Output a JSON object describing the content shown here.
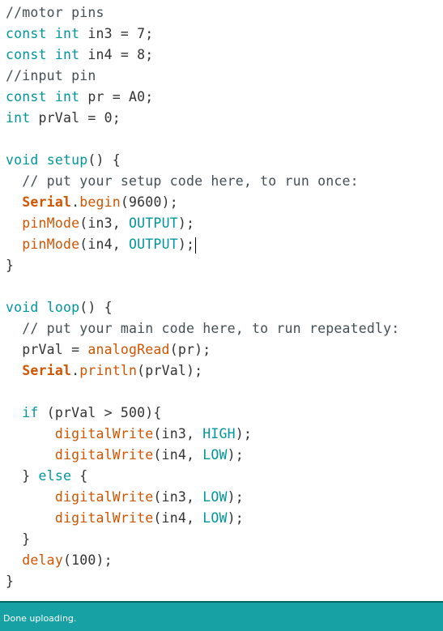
{
  "status": {
    "message": "Done uploading."
  },
  "colors": {
    "comment": "#434f54",
    "keyword": "#00979c",
    "function": "#d35400",
    "plain": "#333333",
    "statusbar": "#17a1a5"
  },
  "code": {
    "lines": [
      [
        {
          "t": "//motor pins",
          "c": "comment"
        }
      ],
      [
        {
          "t": "const",
          "c": "keyword"
        },
        {
          "t": " ",
          "c": "plain"
        },
        {
          "t": "int",
          "c": "keyword"
        },
        {
          "t": " in3 = 7;",
          "c": "plain"
        }
      ],
      [
        {
          "t": "const",
          "c": "keyword"
        },
        {
          "t": " ",
          "c": "plain"
        },
        {
          "t": "int",
          "c": "keyword"
        },
        {
          "t": " in4 = 8;",
          "c": "plain"
        }
      ],
      [
        {
          "t": "//input pin",
          "c": "comment"
        }
      ],
      [
        {
          "t": "const",
          "c": "keyword"
        },
        {
          "t": " ",
          "c": "plain"
        },
        {
          "t": "int",
          "c": "keyword"
        },
        {
          "t": " pr = A0;",
          "c": "plain"
        }
      ],
      [
        {
          "t": "int",
          "c": "keyword"
        },
        {
          "t": " prVal = 0;",
          "c": "plain"
        }
      ],
      [],
      [
        {
          "t": "void",
          "c": "keyword"
        },
        {
          "t": " ",
          "c": "plain"
        },
        {
          "t": "setup",
          "c": "keyword"
        },
        {
          "t": "() {",
          "c": "plain"
        }
      ],
      [
        {
          "t": "  // put your setup code here, to run once:",
          "c": "comment"
        }
      ],
      [
        {
          "t": "  ",
          "c": "plain"
        },
        {
          "t": "Serial",
          "c": "class"
        },
        {
          "t": ".",
          "c": "plain"
        },
        {
          "t": "begin",
          "c": "func"
        },
        {
          "t": "(9600);",
          "c": "plain"
        }
      ],
      [
        {
          "t": "  ",
          "c": "plain"
        },
        {
          "t": "pinMode",
          "c": "func"
        },
        {
          "t": "(in3, ",
          "c": "plain"
        },
        {
          "t": "OUTPUT",
          "c": "const"
        },
        {
          "t": ");",
          "c": "plain"
        }
      ],
      [
        {
          "t": "  ",
          "c": "plain"
        },
        {
          "t": "pinMode",
          "c": "func"
        },
        {
          "t": "(in4, ",
          "c": "plain"
        },
        {
          "t": "OUTPUT",
          "c": "const"
        },
        {
          "t": ");",
          "c": "plain"
        }
      ],
      [
        {
          "t": "}",
          "c": "plain"
        }
      ],
      [],
      [
        {
          "t": "void",
          "c": "keyword"
        },
        {
          "t": " ",
          "c": "plain"
        },
        {
          "t": "loop",
          "c": "keyword"
        },
        {
          "t": "() {",
          "c": "plain"
        }
      ],
      [
        {
          "t": "  // put your main code here, to run repeatedly:",
          "c": "comment"
        }
      ],
      [
        {
          "t": "  prVal = ",
          "c": "plain"
        },
        {
          "t": "analogRead",
          "c": "func"
        },
        {
          "t": "(pr);",
          "c": "plain"
        }
      ],
      [
        {
          "t": "  ",
          "c": "plain"
        },
        {
          "t": "Serial",
          "c": "class"
        },
        {
          "t": ".",
          "c": "plain"
        },
        {
          "t": "println",
          "c": "func"
        },
        {
          "t": "(prVal);",
          "c": "plain"
        }
      ],
      [],
      [
        {
          "t": "  ",
          "c": "plain"
        },
        {
          "t": "if",
          "c": "keyword"
        },
        {
          "t": " (prVal > 500){",
          "c": "plain"
        }
      ],
      [
        {
          "t": "      ",
          "c": "plain"
        },
        {
          "t": "digitalWrite",
          "c": "func"
        },
        {
          "t": "(in3, ",
          "c": "plain"
        },
        {
          "t": "HIGH",
          "c": "const"
        },
        {
          "t": ");",
          "c": "plain"
        }
      ],
      [
        {
          "t": "      ",
          "c": "plain"
        },
        {
          "t": "digitalWrite",
          "c": "func"
        },
        {
          "t": "(in4, ",
          "c": "plain"
        },
        {
          "t": "LOW",
          "c": "const"
        },
        {
          "t": ");",
          "c": "plain"
        }
      ],
      [
        {
          "t": "  } ",
          "c": "plain"
        },
        {
          "t": "else",
          "c": "keyword"
        },
        {
          "t": " {",
          "c": "plain"
        }
      ],
      [
        {
          "t": "      ",
          "c": "plain"
        },
        {
          "t": "digitalWrite",
          "c": "func"
        },
        {
          "t": "(in3, ",
          "c": "plain"
        },
        {
          "t": "LOW",
          "c": "const"
        },
        {
          "t": ");",
          "c": "plain"
        }
      ],
      [
        {
          "t": "      ",
          "c": "plain"
        },
        {
          "t": "digitalWrite",
          "c": "func"
        },
        {
          "t": "(in4, ",
          "c": "plain"
        },
        {
          "t": "LOW",
          "c": "const"
        },
        {
          "t": ");",
          "c": "plain"
        }
      ],
      [
        {
          "t": "  }",
          "c": "plain"
        }
      ],
      [
        {
          "t": "  ",
          "c": "plain"
        },
        {
          "t": "delay",
          "c": "func"
        },
        {
          "t": "(100);",
          "c": "plain"
        }
      ],
      [
        {
          "t": "}",
          "c": "plain"
        }
      ]
    ],
    "caret_line": 11
  }
}
